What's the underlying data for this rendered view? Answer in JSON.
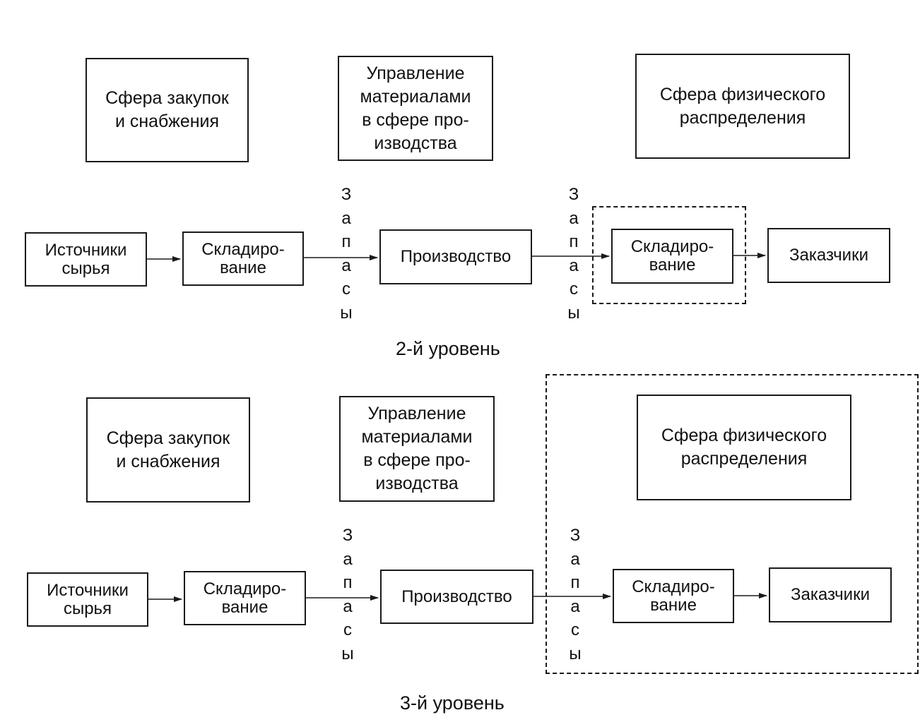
{
  "levels": [
    {
      "caption": "2-й уровень",
      "top_boxes": {
        "procurement": "Сфера закупок\nи снабжения",
        "production_management": "Управление\nматериалами\nв сфере про-\nизводства",
        "distribution": "Сфера физического\nраспределения"
      },
      "flow": {
        "sources": "Источники\nсырья",
        "warehousing_in": "Складиро-\nвание",
        "production": "Производство",
        "warehousing_out": "Складиро-\nвание",
        "customers": "Заказчики"
      },
      "stock_label_1": [
        "З",
        "а",
        "п",
        "а",
        "с",
        "ы"
      ],
      "stock_label_2": [
        "З",
        "а",
        "п",
        "а",
        "с",
        "ы"
      ]
    },
    {
      "caption": "3-й уровень",
      "top_boxes": {
        "procurement": "Сфера закупок\nи снабжения",
        "production_management": "Управление\nматериалами\nв сфере про-\nизводства",
        "distribution": "Сфера физического\nраспределения"
      },
      "flow": {
        "sources": "Источники\nсырья",
        "warehousing_in": "Складиро-\nвание",
        "production": "Производство",
        "warehousing_out": "Складиро-\nвание",
        "customers": "Заказчики"
      },
      "stock_label_1": [
        "З",
        "а",
        "п",
        "а",
        "с",
        "ы"
      ],
      "stock_label_2": [
        "З",
        "а",
        "п",
        "а",
        "с",
        "ы"
      ]
    }
  ]
}
